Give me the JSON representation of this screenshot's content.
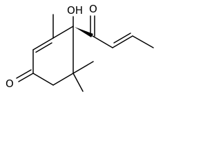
{
  "molecule": {
    "atoms": {
      "hydroxyl": "OH",
      "ketone_oxygen_ring": "O",
      "ketone_oxygen_chain": "O"
    }
  }
}
